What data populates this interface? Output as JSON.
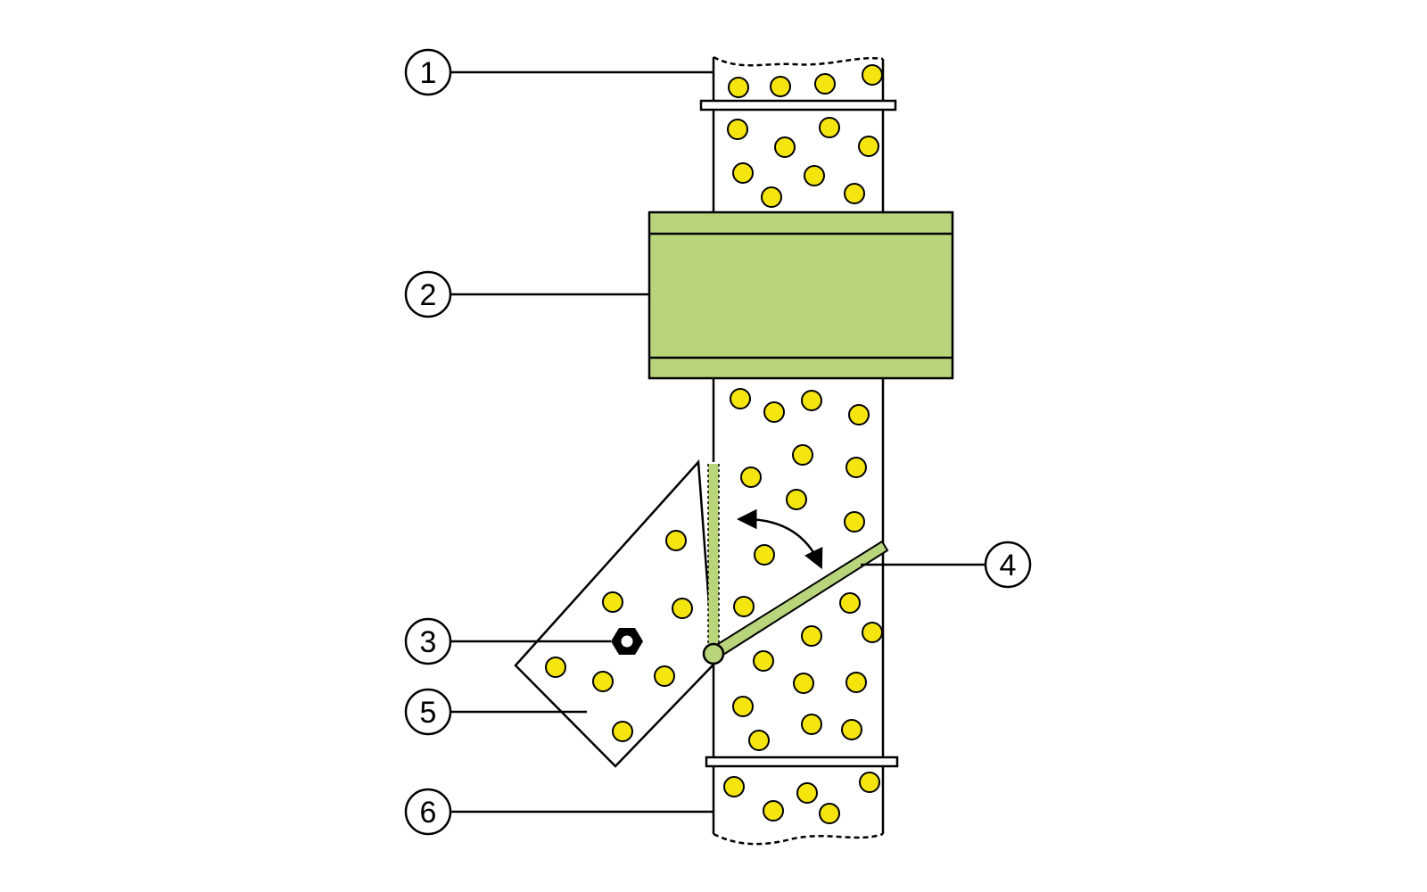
{
  "colors": {
    "background": "#ffffff",
    "outline": "#000000",
    "particle_fill": "#f5e50f",
    "component_green": "#b8d57c",
    "inner_green": "#b8d57c"
  },
  "callouts": [
    {
      "id": "1",
      "label": "1",
      "target": "upper-pipe-section"
    },
    {
      "id": "2",
      "label": "2",
      "target": "green-collar-unit"
    },
    {
      "id": "3",
      "label": "3",
      "target": "hex-nut-fastener"
    },
    {
      "id": "4",
      "label": "4",
      "target": "diverter-flap"
    },
    {
      "id": "5",
      "label": "5",
      "target": "branch-chute"
    },
    {
      "id": "6",
      "label": "6",
      "target": "lower-pipe-section"
    }
  ],
  "icons": {
    "rotation_arrow": "curved-double-arrow-icon",
    "hinge": "hinge-pivot-icon",
    "nut": "hex-nut-icon"
  }
}
